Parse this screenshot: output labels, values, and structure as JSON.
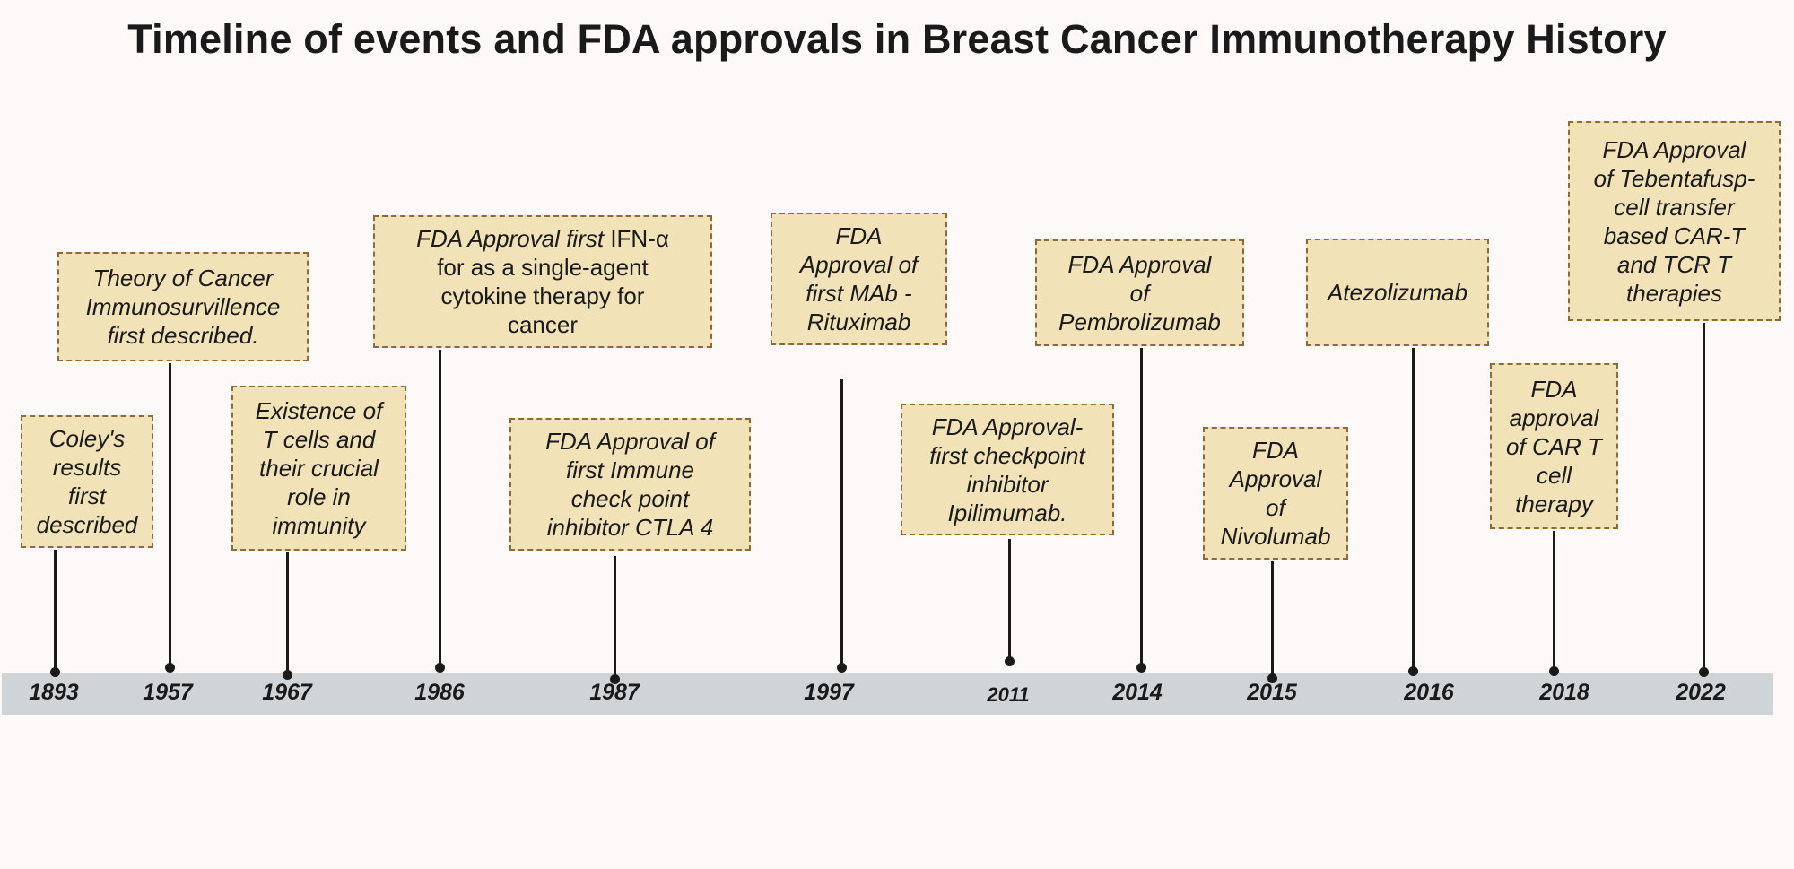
{
  "title": "Timeline of events and FDA approvals in Breast Cancer Immunotherapy History",
  "colors": {
    "background": "#fdf9f8",
    "box_fill": "#f2e2b7",
    "box_border": "#8c6a3c",
    "axis_band": "#d1d4d7",
    "line": "#1a1a1a"
  },
  "events": [
    {
      "year": "1893",
      "lines": [
        "Coley's",
        "results",
        "first",
        "described"
      ]
    },
    {
      "year": "1957",
      "lines": [
        "Theory of Cancer",
        "Immunosurvillence",
        "first described."
      ]
    },
    {
      "year": "1967",
      "lines": [
        "Existence of",
        "T cells and",
        "their crucial",
        "role in",
        "immunity"
      ]
    },
    {
      "year": "1986",
      "lines": [
        "FDA Approval first IFN-α",
        "for as a single-agent",
        "cytokine therapy for",
        "cancer"
      ]
    },
    {
      "year": "1987",
      "lines": [
        "FDA Approval of",
        "first Immune",
        "check point",
        "inhibitor CTLA 4"
      ]
    },
    {
      "year": "1997",
      "lines": [
        "FDA",
        "Approval of",
        "first MAb -",
        "Rituximab"
      ]
    },
    {
      "year": "2011",
      "lines": [
        "FDA Approval-",
        "first checkpoint",
        "inhibitor",
        "Ipilimumab."
      ]
    },
    {
      "year": "2014",
      "lines": [
        "FDA Approval",
        "of",
        "Pembrolizumab"
      ]
    },
    {
      "year": "2015",
      "lines": [
        "FDA",
        "Approval",
        "of",
        "Nivolumab"
      ]
    },
    {
      "year": "2016",
      "lines": [
        "Atezolizumab"
      ]
    },
    {
      "year": "2018",
      "lines": [
        "FDA",
        "approval",
        "of CAR T",
        "cell",
        "therapy"
      ]
    },
    {
      "year": "2022",
      "lines": [
        "FDA Approval",
        "of Tebentafusp-",
        "cell transfer",
        "based CAR-T",
        "and TCR T",
        "therapies"
      ]
    }
  ]
}
